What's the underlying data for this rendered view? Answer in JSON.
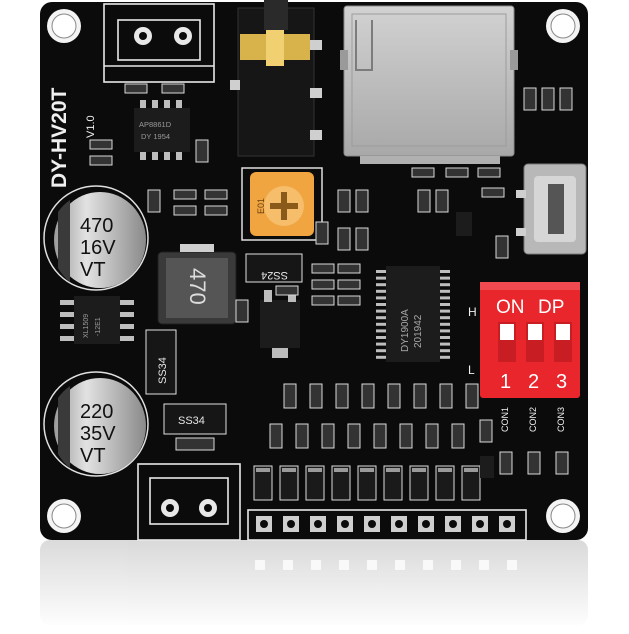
{
  "board": {
    "model_label": "DY-HV20T",
    "version_label": "V1.0"
  },
  "capacitor_top": {
    "line1": "470",
    "line2": "16V",
    "line3": "VT"
  },
  "capacitor_bottom": {
    "line1": "220",
    "line2": "35V",
    "line3": "VT"
  },
  "inductor": {
    "label": "470"
  },
  "main_chip": {
    "line1": "DY1900A",
    "line2": "201942"
  },
  "regulator_chip": {
    "line1": "AP8861D",
    "line2": "DY 1954"
  },
  "amp_chip": {
    "line1": "XL1509",
    "line2": "-12E1"
  },
  "diode_top": {
    "label": "SS24"
  },
  "diode_mid": {
    "label": "SS34"
  },
  "diode_bottom": {
    "label": "SS34"
  },
  "trimmer": {
    "label": "E01"
  },
  "dip_switch": {
    "on_label": "ON",
    "dp_label": "DP",
    "positions": [
      "1",
      "2",
      "3"
    ],
    "body_color": "#e8262c"
  },
  "connectors": {
    "con1": "CON1",
    "con2": "CON2",
    "con3": "CON3"
  },
  "silk_markers": {
    "h_label": "H",
    "l_label": "L"
  },
  "colors": {
    "pcb": "#0b0b0b",
    "silkscreen": "#f0f0f0",
    "capacitor_sleeve": "#c9c9c9",
    "trimmer_body": "#f0a540",
    "sd_slot": "#bdbdbd",
    "jack_gold": "#d8b24a"
  }
}
